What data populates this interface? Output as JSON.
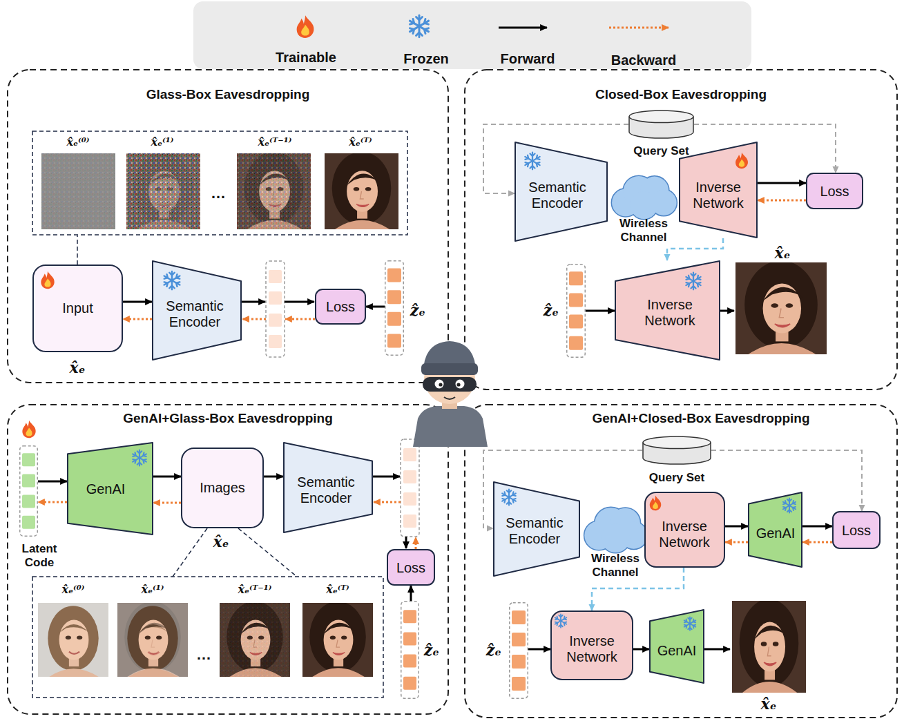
{
  "diagram": {
    "nodes": [
      {
        "text": [
          "Glass-Box Eavesdropping"
        ]
      },
      {
        "text": [
          "Input",
          "x̂ₑ"
        ],
        "in": 0
      },
      {
        "text": [
          "Semantic Encoder"
        ],
        "in": 0
      },
      {
        "text": [
          "Loss"
        ],
        "in": 0
      },
      {
        "text": [
          "ẑₑ"
        ],
        "in": 0
      },
      {
        "text": [
          "Closed-Box Eavesdropping"
        ]
      },
      {
        "text": [
          "Query Set"
        ],
        "in": 5
      },
      {
        "text": [
          "Semantic Encoder"
        ],
        "in": 5
      },
      {
        "text": [
          "Wireless Channel"
        ],
        "in": 5
      },
      {
        "text": [
          "Inverse Network",
          "x̂ₑ"
        ],
        "in": 5
      },
      {
        "text": [
          "Loss"
        ],
        "in": 5
      },
      {
        "text": [
          "ẑₑ"
        ],
        "in": 5
      },
      {
        "text": [
          "Inverse Network"
        ],
        "in": 5
      },
      {
        "text": [
          "GenAI+Glass-Box Eavesdropping"
        ]
      },
      {
        "text": [
          "Latent Code"
        ],
        "in": 13
      },
      {
        "text": [
          "GenAI"
        ],
        "in": 13
      },
      {
        "text": [
          "Images",
          "x̂ₑ"
        ],
        "in": 13
      },
      {
        "text": [
          "Semantic Encoder"
        ],
        "in": 13
      },
      {
        "text": [
          "Loss"
        ],
        "in": 13
      },
      {
        "text": [
          "ẑₑ"
        ],
        "in": 13
      },
      {
        "text": [
          "GenAI+Closed-Box Eavesdropping"
        ]
      },
      {
        "text": [
          "Query Set"
        ],
        "in": 20
      },
      {
        "text": [
          "Semantic Encoder"
        ],
        "in": 20
      },
      {
        "text": [
          "Wireless Channel"
        ],
        "in": 20
      },
      {
        "text": [
          "Inverse Network"
        ],
        "in": 20
      },
      {
        "text": [
          "GenAI"
        ],
        "in": 20
      },
      {
        "text": [
          "Loss"
        ],
        "in": 20
      },
      {
        "text": [
          "ẑₑ"
        ],
        "in": 20
      },
      {
        "text": [
          "Inverse Network"
        ],
        "in": 20
      },
      {
        "text": [
          "GenAI"
        ],
        "in": 20
      }
    ],
    "edges": [
      {
        "from": 1,
        "to": 2,
        "arrow": "to"
      },
      {
        "from": 2,
        "to": 1,
        "arrow": "to"
      },
      {
        "from": 4,
        "to": 3,
        "arrow": "to"
      },
      {
        "from": 6,
        "to": 7,
        "arrow": "to"
      },
      {
        "from": 6,
        "to": 10,
        "arrow": "to"
      },
      {
        "from": 9,
        "to": 10,
        "arrow": "to"
      },
      {
        "from": 10,
        "to": 9,
        "arrow": "to"
      },
      {
        "from": 9,
        "to": 12,
        "arrow": "to"
      },
      {
        "from": 11,
        "to": 12,
        "arrow": "to"
      },
      {
        "from": 14,
        "to": 15,
        "arrow": "to"
      },
      {
        "from": 15,
        "to": 14,
        "arrow": "to"
      },
      {
        "from": 15,
        "to": 16,
        "arrow": "to"
      },
      {
        "from": 16,
        "to": 15,
        "arrow": "to"
      },
      {
        "from": 16,
        "to": 17,
        "arrow": "to"
      },
      {
        "from": 19,
        "to": 18,
        "arrow": "to"
      },
      {
        "from": 21,
        "to": 22,
        "arrow": "to"
      },
      {
        "from": 21,
        "to": 26,
        "arrow": "to"
      },
      {
        "from": 24,
        "to": 25,
        "arrow": "to"
      },
      {
        "from": 25,
        "to": 24,
        "arrow": "to"
      },
      {
        "from": 25,
        "to": 26,
        "arrow": "to"
      },
      {
        "from": 26,
        "to": 25,
        "arrow": "to"
      },
      {
        "from": 24,
        "to": 28,
        "arrow": "to"
      },
      {
        "from": 27,
        "to": 28,
        "arrow": "to"
      },
      {
        "from": 28,
        "to": 29,
        "arrow": "to"
      }
    ],
    "labels": [
      "x̂ₑ⁽⁰⁾",
      "x̂ₑ⁽¹⁾",
      "…",
      "x̂ₑ⁽ᵀ⁻¹⁾",
      "x̂ₑ⁽ᵀ⁾",
      "x̂ₑ⁽⁰⁾",
      "x̂ₑ⁽¹⁾",
      "…",
      "x̂ₑ⁽ᵀ⁻¹⁾",
      "x̂ₑ⁽ᵀ⁾",
      "x̂ₑ"
    ],
    "legend": [
      {
        "text": "Trainable"
      },
      {
        "text": "Frozen"
      },
      {
        "text": "Forward"
      },
      {
        "text": "Backward"
      }
    ]
  }
}
